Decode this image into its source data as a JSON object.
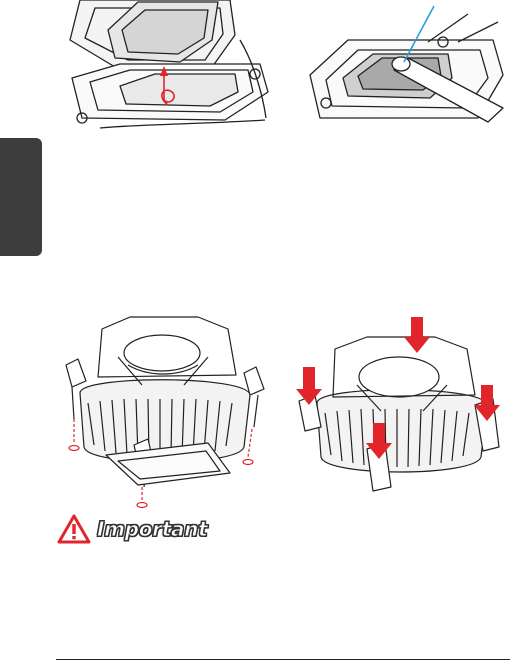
{
  "important": {
    "title": "Important",
    "icon": "warning-triangle-icon",
    "icon_color": "#e2252b"
  },
  "side_tab": {
    "color": "#3d3d3d"
  },
  "illustrations": [
    "cpu-socket-load-plate-illustration",
    "thermal-paste-application-illustration",
    "cpu-cooler-alignment-illustration",
    "cpu-cooler-press-down-illustration"
  ],
  "accent_colors": {
    "arrow": "#e2252b",
    "paste_pointer": "#2a9fd8"
  }
}
